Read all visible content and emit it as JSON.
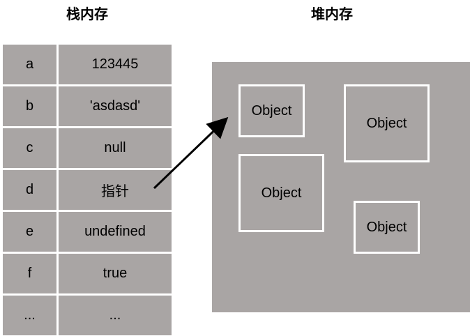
{
  "titles": {
    "stack": "栈内存",
    "heap": "堆内存"
  },
  "stack_rows": [
    {
      "key": "a",
      "value": "123445"
    },
    {
      "key": "b",
      "value": "'asdasd'"
    },
    {
      "key": "c",
      "value": "null"
    },
    {
      "key": "d",
      "value": "指针"
    },
    {
      "key": "e",
      "value": "undefined"
    },
    {
      "key": "f",
      "value": "true"
    },
    {
      "key": "...",
      "value": "..."
    }
  ],
  "heap_objects": [
    "Object",
    "Object",
    "Object",
    "Object"
  ],
  "colors": {
    "cell_fill": "#a9a5a4",
    "border": "#ffffff",
    "arrow": "#000000"
  }
}
